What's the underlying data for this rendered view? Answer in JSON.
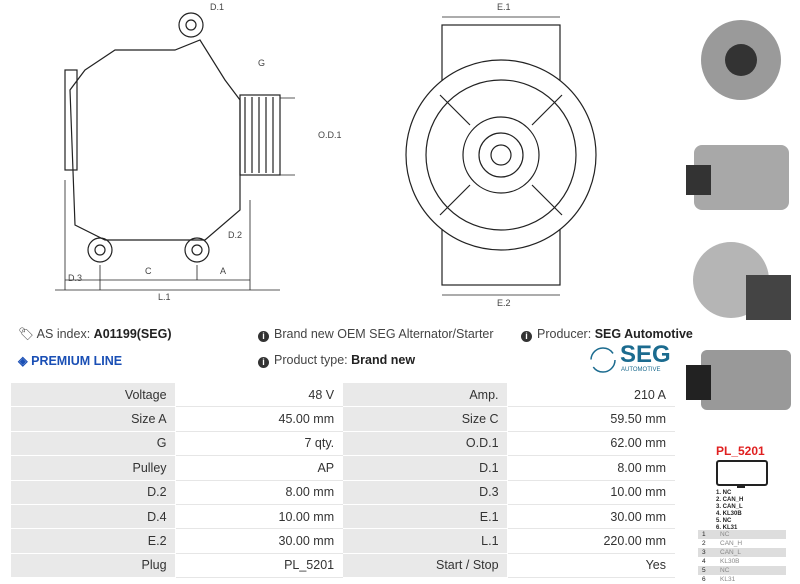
{
  "header": {
    "as_index_label": "AS index:",
    "as_index_value": "A01199(SEG)",
    "premium": "PREMIUM LINE",
    "desc": "Brand new OEM SEG Alternator/Starter",
    "type_label": "Product type:",
    "type_value": "Brand new",
    "producer_label": "Producer:",
    "producer_value": "SEG Automotive",
    "logo_text": "SEG",
    "logo_sub": "AUTOMOTIVE"
  },
  "drawing_labels": {
    "d1": "D.1",
    "g": "G",
    "od1": "O.D.1",
    "d2": "D.2",
    "d3": "D.3",
    "c": "C",
    "a": "A",
    "l1": "L.1",
    "e1": "E.1",
    "e2": "E.2"
  },
  "specs": [
    [
      "Voltage",
      "48 V",
      "Amp.",
      "210 A"
    ],
    [
      "Size A",
      "45.00 mm",
      "Size C",
      "59.50 mm"
    ],
    [
      "G",
      "7 qty.",
      "O.D.1",
      "62.00 mm"
    ],
    [
      "Pulley",
      "AP",
      "D.1",
      "8.00 mm"
    ],
    [
      "D.2",
      "8.00 mm",
      "D.3",
      "10.00 mm"
    ],
    [
      "D.4",
      "10.00 mm",
      "E.1",
      "30.00 mm"
    ],
    [
      "E.2",
      "30.00 mm",
      "L.1",
      "220.00 mm"
    ],
    [
      "Plug",
      "PL_5201",
      "Start / Stop",
      "Yes"
    ]
  ],
  "plug": {
    "title": "PL_5201",
    "pins": [
      "1. NC",
      "2. CAN_H",
      "3. CAN_L",
      "4. KL30B",
      "5. NC",
      "6. KL31"
    ],
    "table": [
      [
        "1",
        "NC"
      ],
      [
        "2",
        "CAN_H"
      ],
      [
        "3",
        "CAN_L"
      ],
      [
        "4",
        "KL30B"
      ],
      [
        "5",
        "NC"
      ],
      [
        "6",
        "KL31"
      ]
    ],
    "colors": {
      "title": "#e02020"
    }
  },
  "colors": {
    "accent": "#1a4fb5",
    "seg": "#1b6b8f"
  }
}
